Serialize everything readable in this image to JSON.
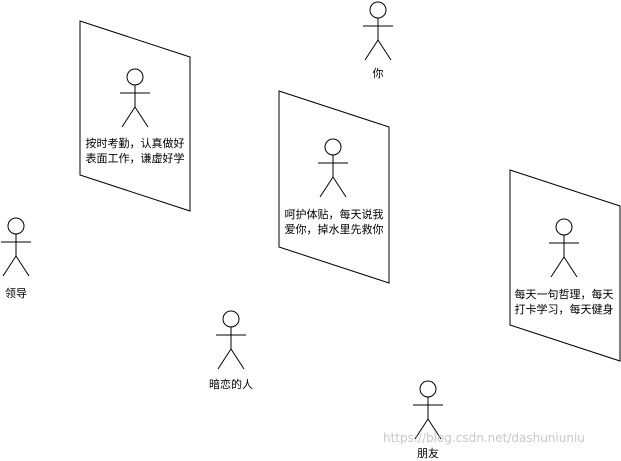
{
  "frames": [
    {
      "id": "frame-1",
      "lines": [
        "按时考勤，认真做好",
        "表面工作，谦虚好学"
      ]
    },
    {
      "id": "frame-2",
      "lines": [
        "呵护体贴，每天说我",
        "爱你，掉水里先救你"
      ]
    },
    {
      "id": "frame-3",
      "lines": [
        "每天一句哲理，每天",
        "打卡学习，每天健身"
      ]
    }
  ],
  "actors": {
    "you": "你",
    "leader": "领导",
    "crush": "暗恋的人",
    "friend": "朋友"
  },
  "watermark": "https://blog.csdn.net/dashuniuniu"
}
